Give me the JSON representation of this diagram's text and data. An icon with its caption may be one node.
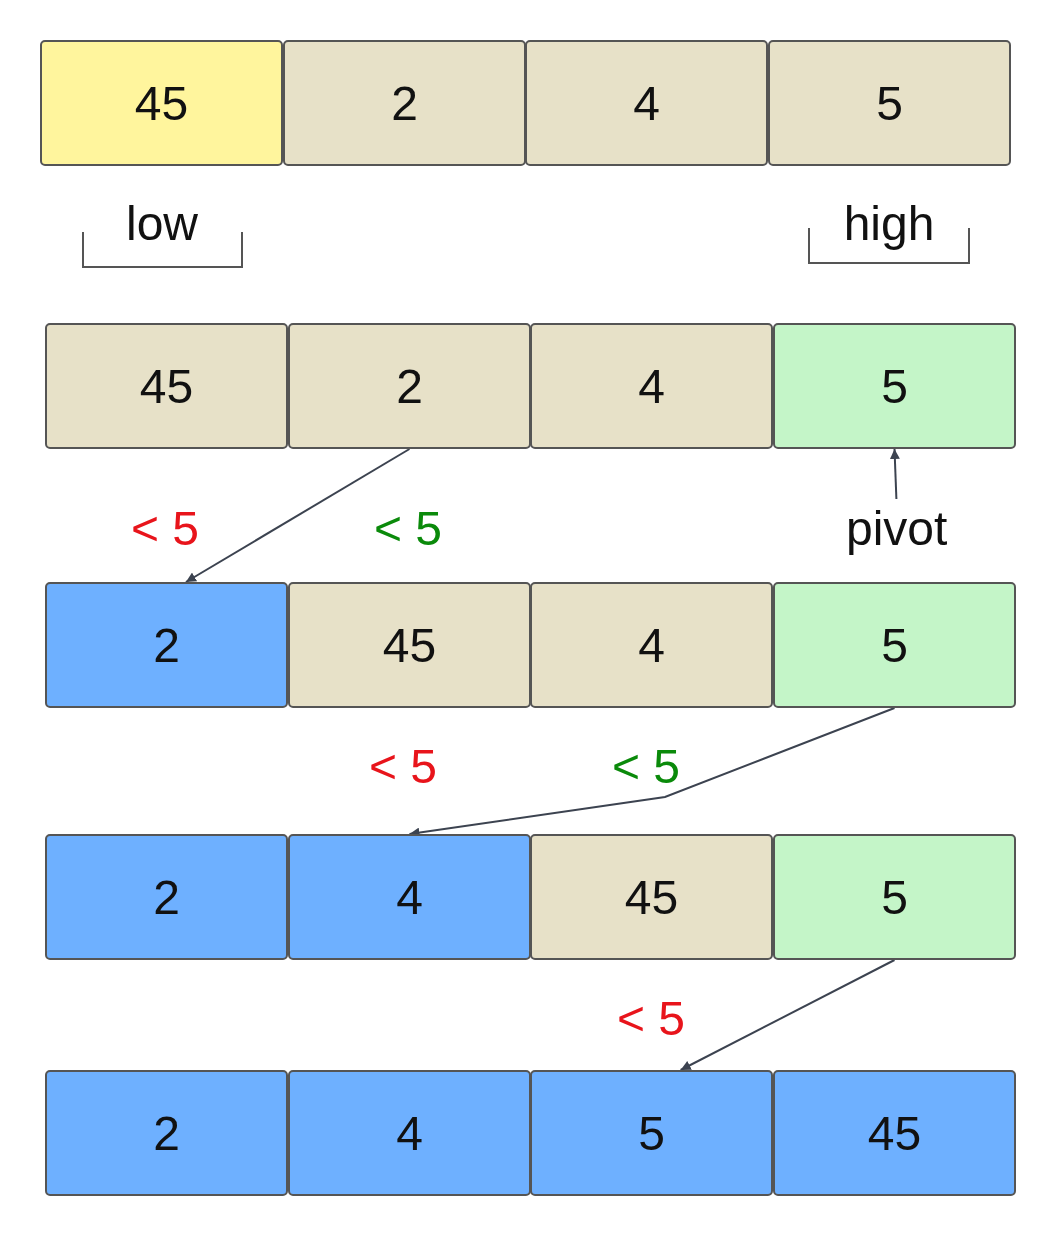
{
  "diagram": {
    "nodes": [
      {
        "text": [
          "45"
        ]
      },
      {
        "text": [
          "2"
        ]
      },
      {
        "text": [
          "4"
        ]
      },
      {
        "text": [
          "5"
        ]
      },
      {
        "text": [
          "45"
        ]
      },
      {
        "text": [
          "2"
        ]
      },
      {
        "text": [
          "4"
        ]
      },
      {
        "text": [
          "5"
        ]
      },
      {
        "text": [
          "pivot"
        ]
      },
      {
        "text": [
          "2"
        ]
      },
      {
        "text": [
          "45"
        ]
      },
      {
        "text": [
          "4"
        ]
      },
      {
        "text": [
          "5"
        ]
      },
      {
        "text": [
          "2"
        ]
      },
      {
        "text": [
          "4"
        ]
      },
      {
        "text": [
          "45"
        ]
      },
      {
        "text": [
          "5"
        ]
      },
      {
        "text": [
          "2"
        ]
      },
      {
        "text": [
          "4"
        ]
      },
      {
        "text": [
          "5"
        ]
      },
      {
        "text": [
          "45"
        ]
      }
    ],
    "edges": [
      {
        "from": 5,
        "to": 9,
        "arrow": "to"
      },
      {
        "from": 8,
        "to": 7,
        "arrow": "to"
      },
      {
        "from": 12,
        "to": 14,
        "arrow": "to"
      },
      {
        "from": 16,
        "to": 19,
        "arrow": "to"
      }
    ],
    "labels": [
      "low",
      "high",
      "< 5",
      "< 5",
      "< 5",
      "< 5",
      "< 5"
    ]
  }
}
